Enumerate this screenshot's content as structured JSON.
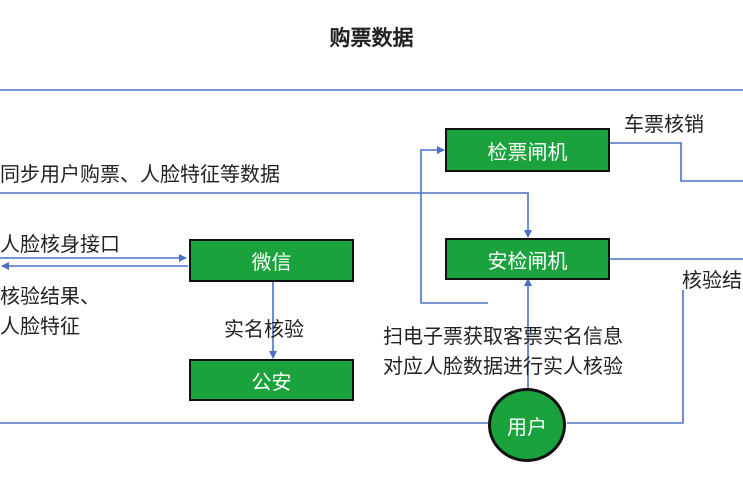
{
  "title": "购票数据",
  "nodes": {
    "ticket_gate": "检票闸机",
    "security_gate": "安检闸机",
    "wechat": "微信",
    "police": "公安",
    "user": "用户"
  },
  "labels": {
    "ticket_writeoff": "车票核销",
    "sync_data": "同步用户购票、人脸特征等数据",
    "face_verify_api": "人脸核身接口",
    "verify_result_line1": "核验结果、",
    "verify_result_line2": "人脸特征",
    "realname_verify": "实名核验",
    "scan_line1": "扫电子票获取客票实名信息",
    "scan_line2": "对应人脸数据进行实人核验",
    "verify_result_right": "核验结"
  },
  "colors": {
    "box_fill": "#1aa23c",
    "line": "#4a72c4",
    "border": "#111111"
  }
}
